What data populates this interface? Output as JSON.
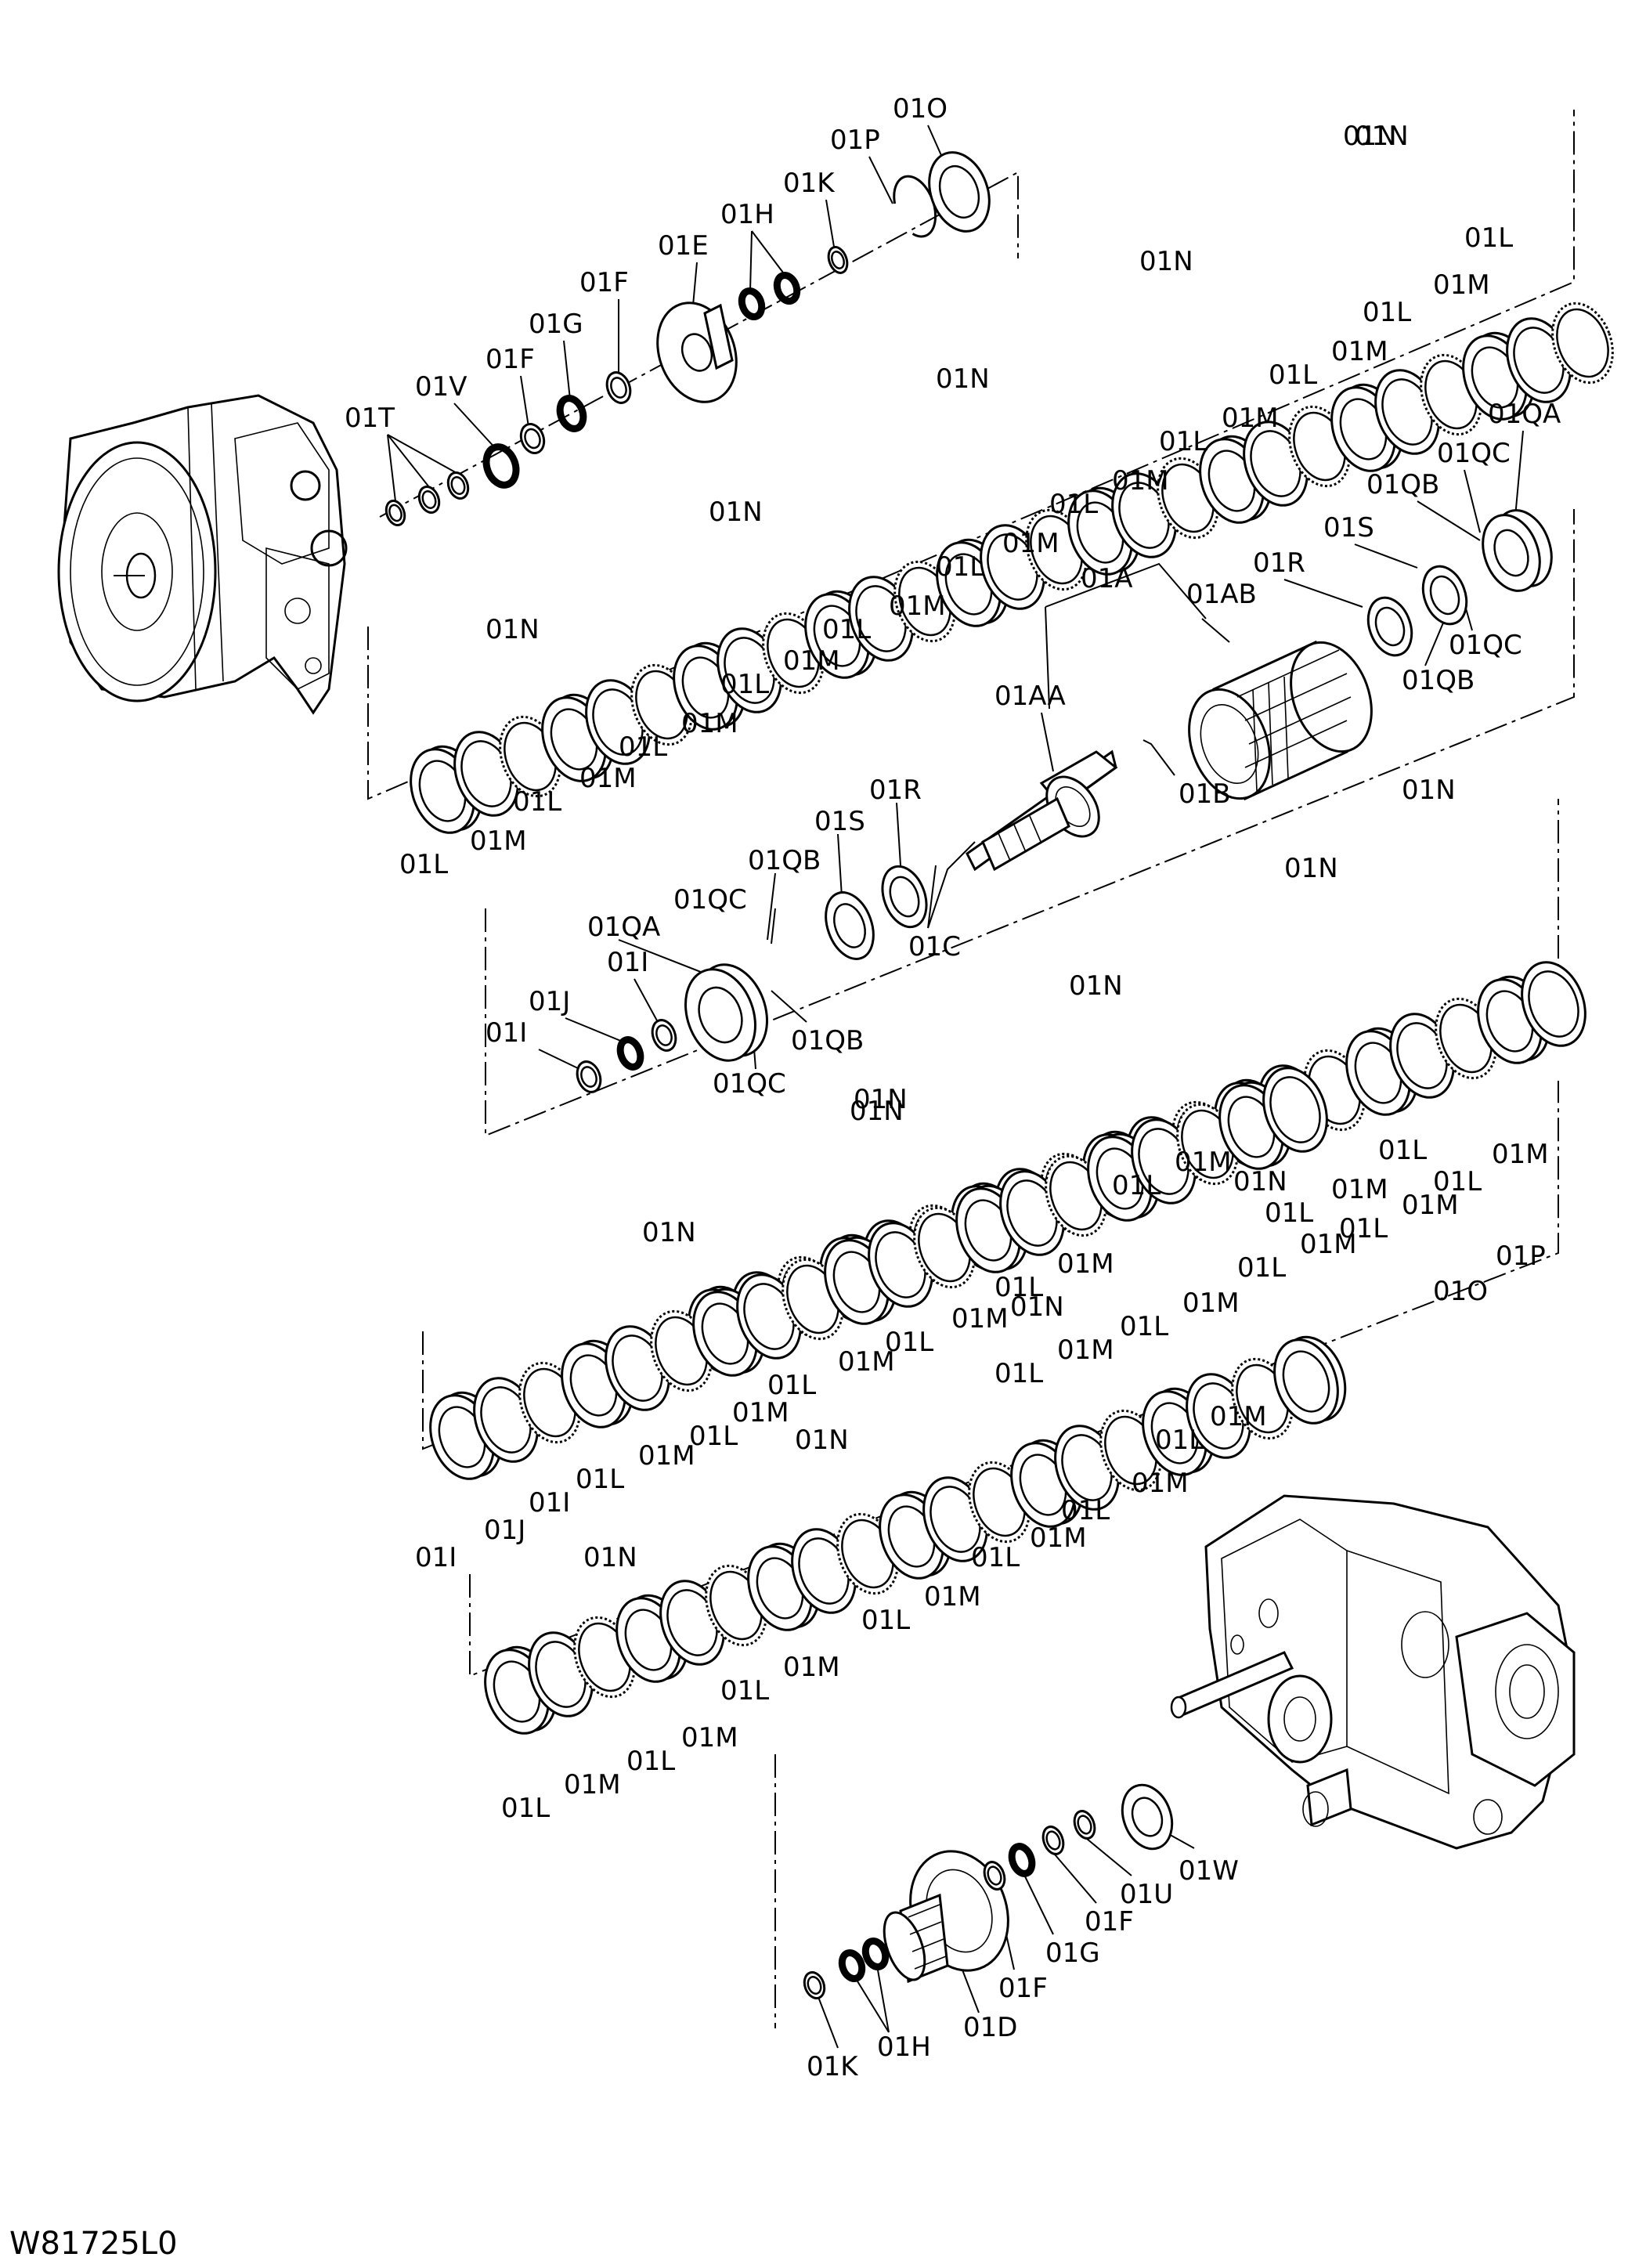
{
  "drawing_code": "W81725L0",
  "labels": {
    "a": "01A",
    "aa": "01AA",
    "ab": "01AB",
    "b": "01B",
    "c": "01C",
    "d": "01D",
    "e": "01E",
    "f": "01F",
    "g": "01G",
    "h": "01H",
    "i": "01I",
    "j": "01J",
    "k": "01K",
    "l": "01L",
    "m": "01M",
    "n": "01N",
    "o": "01O",
    "p": "01P",
    "qa": "01QA",
    "qb": "01QB",
    "qc": "01QC",
    "r": "01R",
    "s": "01S",
    "t": "01T",
    "u": "01U",
    "v": "01V",
    "w": "01W"
  }
}
